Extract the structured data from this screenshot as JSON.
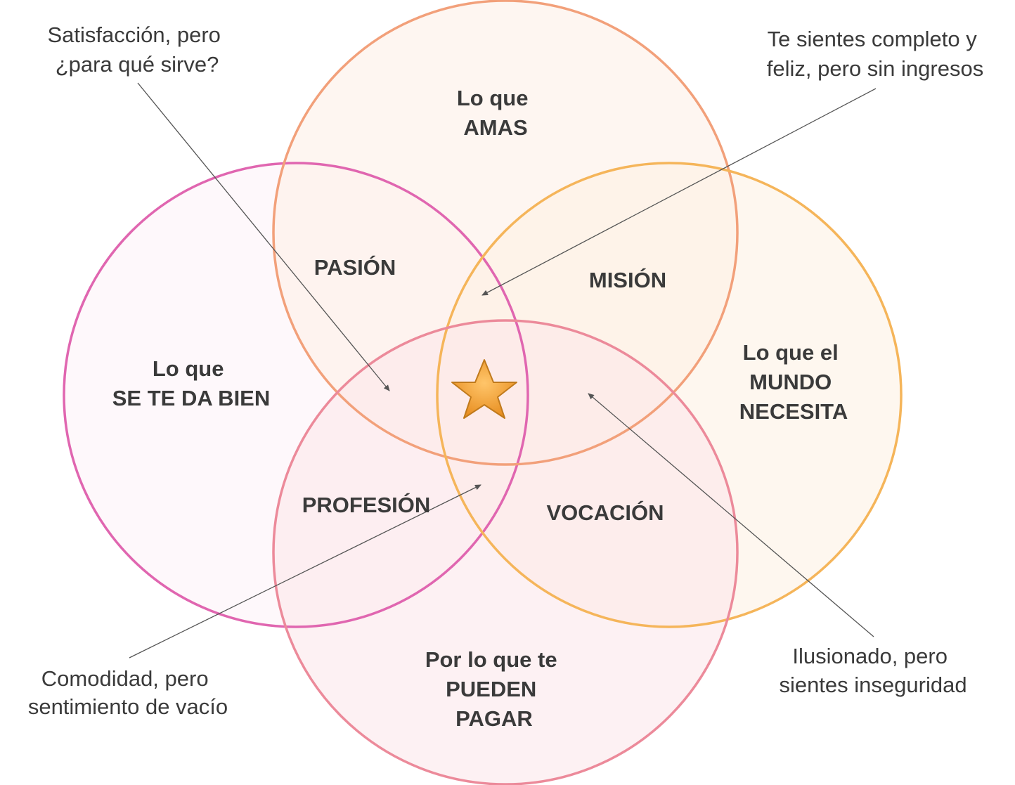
{
  "colors": {
    "circle_left_stroke": "#e066b0",
    "circle_left_fill": "#fdf2f8",
    "circle_top_stroke": "#f2a07a",
    "circle_top_fill": "#fdeee6",
    "circle_right_stroke": "#f5b55a",
    "circle_right_fill": "#fdf0e2",
    "circle_bottom_stroke": "#ec8a9a",
    "circle_bottom_fill": "#fbe6ea",
    "text": "#3a3a3a",
    "annotation_line": "#555555",
    "star_fill": "#f5a542",
    "star_stroke": "#c07a1c"
  },
  "circles": {
    "top": {
      "line1": "Lo que",
      "line2": "AMAS"
    },
    "left": {
      "line1": "Lo que",
      "line2": "SE TE DA BIEN"
    },
    "right": {
      "line1": "Lo que el",
      "line2": "MUNDO",
      "line3": "NECESITA"
    },
    "bottom": {
      "line1": "Por lo que te",
      "line2": "PUEDEN",
      "line3": "PAGAR"
    }
  },
  "intersections": {
    "pasion": "PASIÓN",
    "mision": "MISIÓN",
    "profesion": "PROFESIÓN",
    "vocacion": "VOCACIÓN"
  },
  "center": {
    "icon": "star-icon"
  },
  "annotations": {
    "top_left": {
      "line1": "Satisfacción, pero",
      "line2": "¿para qué sirve?"
    },
    "top_right": {
      "line1": "Te sientes completo y",
      "line2": "feliz, pero sin ingresos"
    },
    "bottom_left": {
      "line1": "Comodidad, pero",
      "line2": "sentimiento de vacío"
    },
    "bottom_right": {
      "line1": "Ilusionado, pero",
      "line2": "sientes inseguridad"
    }
  }
}
